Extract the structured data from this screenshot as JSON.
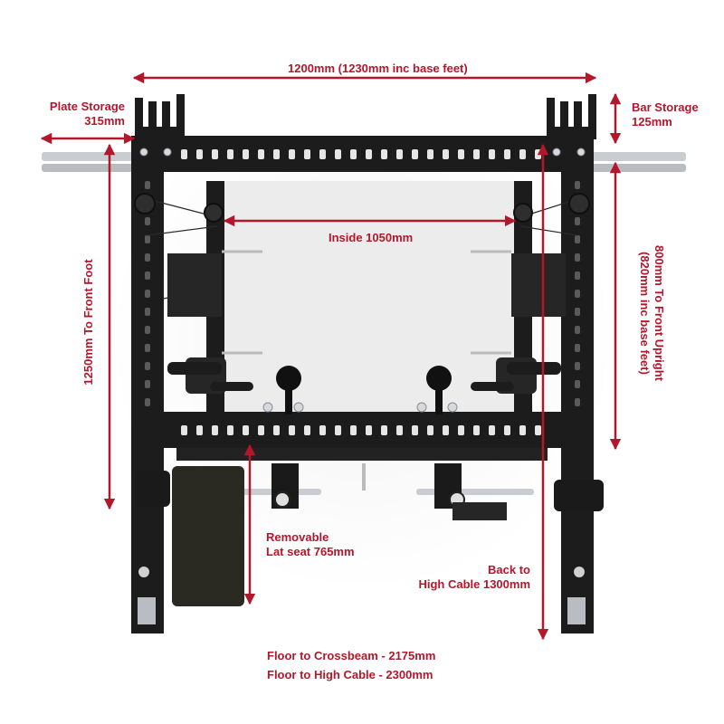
{
  "dimensions": {
    "width": "1200mm (1230mm inc base feet)",
    "plate_storage_title": "Plate Storage",
    "plate_storage_value": "315mm",
    "bar_storage_title": "Bar Storage",
    "bar_storage_value": "125mm",
    "inside": "Inside 1050mm",
    "front_foot": "1250mm To Front Foot",
    "front_upright_line1": "800mm To Front Upright",
    "front_upright_line2": "(820mm inc base feet)",
    "lat_seat_line1": "Removable",
    "lat_seat_line2": "Lat seat 765mm",
    "high_cable_line1": "Back to",
    "high_cable_line2": "High Cable 1300mm",
    "crossbeam": "Floor to Crossbeam - 2175mm",
    "high_cable_floor": "Floor to High Cable - 2300mm"
  },
  "colors": {
    "annotation": "#b3172b",
    "frame": "#1c1c1c",
    "frame_hole": "#e6e6e6",
    "chrome": "#c9ccd0",
    "seat": "#2b2a22",
    "backdrop": "#e9e9e9"
  }
}
